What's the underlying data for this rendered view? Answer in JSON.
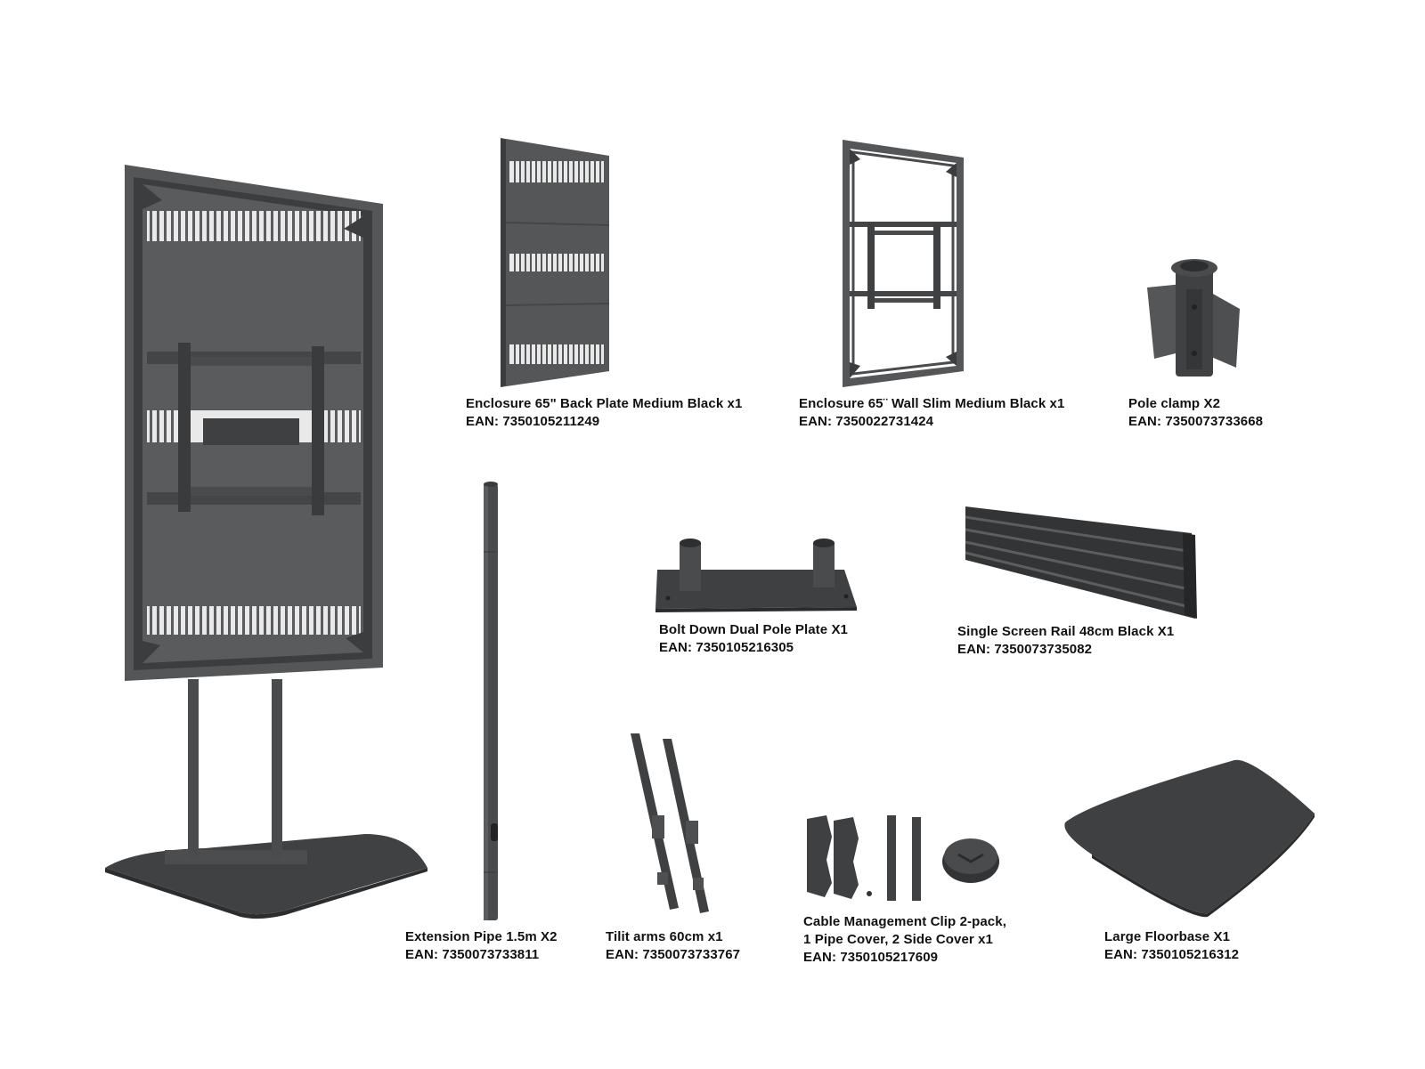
{
  "colors": {
    "metal_dark": "#3f4041",
    "metal_mid": "#555658",
    "metal_light": "#6e7072",
    "slot": "#e9e9e9",
    "text": "#111111"
  },
  "items": {
    "stand": {
      "icon": "floor-stand-enclosure-icon"
    },
    "back_plate": {
      "icon": "back-plate-icon",
      "name": "Enclosure 65\" Back Plate Medium Black x1",
      "ean": "EAN: 7350105211249"
    },
    "wall_slim": {
      "icon": "wall-frame-icon",
      "name": "Enclosure 65¨ Wall Slim Medium Black x1",
      "ean": "EAN: 7350022731424"
    },
    "pole_clamp": {
      "icon": "pole-clamp-icon",
      "name": "Pole clamp X2",
      "ean": "EAN: 7350073733668"
    },
    "extension_pipe": {
      "icon": "extension-pipe-icon",
      "name": "Extension Pipe 1.5m  X2",
      "ean": "EAN: 7350073733811"
    },
    "pole_plate": {
      "icon": "pole-plate-icon",
      "name": "Bolt Down Dual Pole Plate X1",
      "ean": "EAN: 7350105216305"
    },
    "screen_rail": {
      "icon": "screen-rail-icon",
      "name": "Single Screen Rail 48cm Black X1",
      "ean": "EAN: 7350073735082"
    },
    "tilt_arms": {
      "icon": "tilt-arms-icon",
      "name": "Tilit arms 60cm x1",
      "ean": "EAN: 7350073733767"
    },
    "cable_clip": {
      "icon": "cable-clip-icon",
      "name_line1": "Cable Management Clip 2-pack,",
      "name_line2": "1 Pipe Cover, 2 Side Cover x1",
      "ean": "EAN: 7350105217609"
    },
    "floorbase": {
      "icon": "floorbase-icon",
      "name": "Large Floorbase X1",
      "ean": "EAN: 7350105216312"
    }
  }
}
